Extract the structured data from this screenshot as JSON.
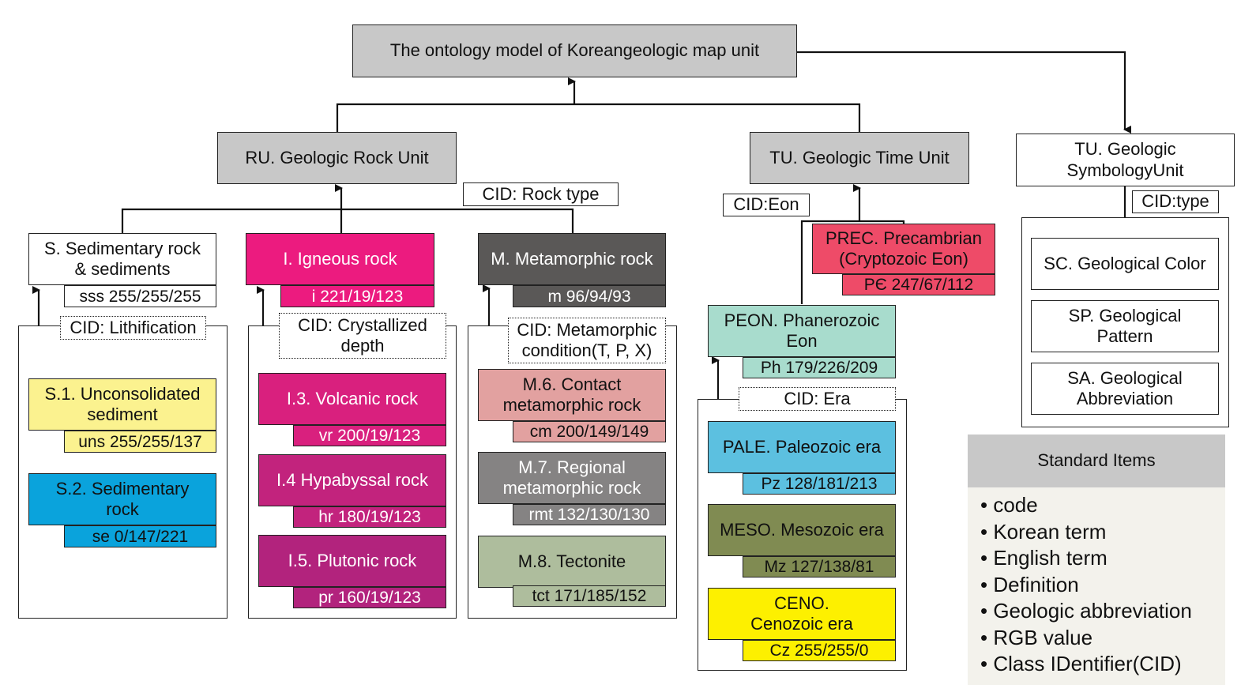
{
  "root": "The ontology model of Koreangeologic map unit",
  "ru": {
    "title": "RU. Geologic Rock Unit",
    "cid": "CID: Rock type",
    "sed": {
      "title": "S. Sedimentary rock\n& sediments",
      "code": "sss 255/255/255",
      "cid": "CID: Lithification",
      "items": [
        {
          "label": "S.1. Unconsolidated\nsediment",
          "code": "uns 255/255/137",
          "color": "#fbf28f"
        },
        {
          "label": "S.2. Sedimentary\nrock",
          "code": "se 0/147/221",
          "color": "#0aa3dc"
        }
      ]
    },
    "ign": {
      "title": "I. Igneous rock",
      "code": "i 221/19/123",
      "cid": "CID: Crystallized\ndepth",
      "color": "#ec1b7f",
      "items": [
        {
          "label": "I.3. Volcanic rock",
          "code": "vr 200/19/123",
          "color": "#d9207e"
        },
        {
          "label": "I.4 Hypabyssal rock",
          "code": "hr 180/19/123",
          "color": "#c2237d"
        },
        {
          "label": "I.5. Plutonic rock",
          "code": "pr 160/19/123",
          "color": "#b2237d"
        }
      ]
    },
    "met": {
      "title": "M. Metamorphic rock",
      "code": "m 96/94/93",
      "cid": "CID: Metamorphic\ncondition(T, P, X)",
      "color": "#5a5857",
      "items": [
        {
          "label": "M.6. Contact\nmetamorphic rock",
          "code": "cm 200/149/149",
          "color": "#e2a1a0"
        },
        {
          "label": "M.7. Regional\nmetamorphic rock",
          "code": "rmt 132/130/130",
          "color": "#858383"
        },
        {
          "label": "M.8. Tectonite",
          "code": "tct 171/185/152",
          "color": "#aebd9d"
        }
      ]
    }
  },
  "tu": {
    "title": "TU. Geologic Time Unit",
    "cid": "CID:Eon",
    "prec": {
      "label": "PREC. Precambrian\n(Cryptozoic Eon)",
      "code": "PЄ 247/67/112",
      "color": "#ee4b68"
    },
    "peon": {
      "label": "PEON. Phanerozoic\nEon",
      "code": "Ph 179/226/209",
      "color": "#a8dccd"
    },
    "cid_era": "CID: Era",
    "eras": [
      {
        "label": "PALE. Paleozoic era",
        "code": "Pz 128/181/213",
        "color": "#5cc0e0"
      },
      {
        "label": "MESO. Mesozoic era",
        "code": "Mz 127/138/81",
        "color": "#808b52"
      },
      {
        "label": "CENO.\nCenozoic era",
        "code": "Cz 255/255/0",
        "color": "#fdf000"
      }
    ]
  },
  "tus": {
    "title": "TU. Geologic\nSymbologyUnit",
    "cid": "CID:type",
    "items": [
      "SC. Geological Color",
      "SP. Geological\nPattern",
      "SA. Geological\nAbbreviation"
    ]
  },
  "standard": {
    "title": "Standard Items",
    "items": [
      "code",
      "Korean term",
      "English term",
      "Definition",
      "Geologic abbreviation",
      "RGB value",
      "Class IDentifier(CID)"
    ]
  }
}
